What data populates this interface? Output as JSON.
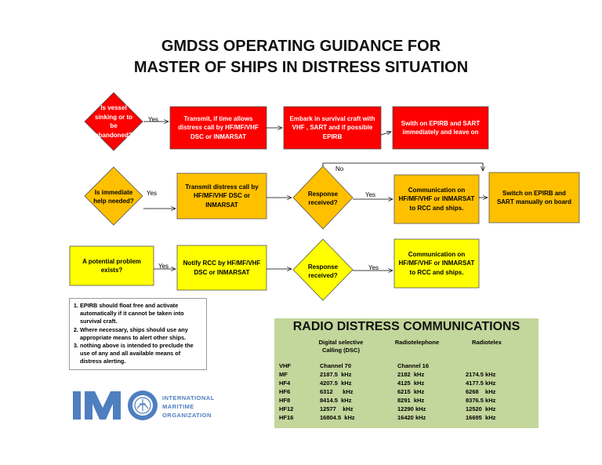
{
  "title": {
    "line1": "GMDSS OPERATING GUIDANCE FOR",
    "line2": "MASTER OF SHIPS IN DISTRESS SITUATION"
  },
  "colors": {
    "red": "#ff0000",
    "orange": "#ffc000",
    "yellow": "#ffff00",
    "green_panel": "#c3d69b",
    "imo_blue": "#4f7fbf"
  },
  "flow": {
    "row1": {
      "decision": "Is vessel sinking or to be abandoned?",
      "yes": "Yes",
      "box1": "Transmit, if time allows distress call by HF/MF/VHF DSC or INMARSAT",
      "box2": "Embark in survival craft with VHF , SART and if possible EPIRB",
      "box3": "Swith on EPIRB and SART immediately and leave on"
    },
    "row2": {
      "decision": "Is immediate help needed?",
      "yes": "Yes",
      "box1": "Transmit distress call by HF/MF/VHF DSC or INMARSAT",
      "response": "Response received?",
      "response_yes": "Yes",
      "no": "No",
      "box2": "Communication on HF/MF/VHF or INMARSAT to RCC and ships.",
      "box3": "Switch on EPIRB and SART manually on board"
    },
    "row3": {
      "box0": "A potential problem exists?",
      "yes": "Yes",
      "box1": "Notify RCC by HF/MF/VHF DSC or INMARSAT",
      "response": "Response received?",
      "response_yes": "Yes",
      "box2": "Communication on HF/MF/VHF or INMARSAT to RCC and ships."
    }
  },
  "notes": [
    "EPIRB should float free and activate automatically if it cannot be taken into survival craft.",
    "Where necessary, ships should use any appropriate means to alert other ships.",
    "nothing above is intended to preclude the use of any and all available means of distress alerting."
  ],
  "radio": {
    "title": "RADIO DISTRESS COMMUNICATIONS",
    "headers": [
      "Digital selective Calling (DSC)",
      "Radiotelephone",
      "Radiotelex"
    ],
    "rows": [
      {
        "band": "VHF",
        "dsc": "Channel 70",
        "rt": "Channel 16",
        "tlx": ""
      },
      {
        "band": "MF",
        "dsc": "2187.5  kHz",
        "rt": "2182  kHz",
        "tlx": "2174.5 kHz"
      },
      {
        "band": "HF4",
        "dsc": "4207.5  kHz",
        "rt": "4125  kHz",
        "tlx": "4177.5 kHz"
      },
      {
        "band": "HF6",
        "dsc": "6312      kHz",
        "rt": "6215  kHz",
        "tlx": "6268    kHz"
      },
      {
        "band": "HF8",
        "dsc": "8414.5  kHz",
        "rt": "8291  kHz",
        "tlx": "8376.5 kHz"
      },
      {
        "band": "HF12",
        "dsc": "12577    kHz",
        "rt": "12290 kHz",
        "tlx": "12520  kHz"
      },
      {
        "band": "HF16",
        "dsc": "16804.5  kHz",
        "rt": "16420 kHz",
        "tlx": "16695  kHz"
      }
    ]
  },
  "logo": {
    "letters": "IMO",
    "line1": "INTERNATIONAL",
    "line2": "MARITIME",
    "line3": "ORGANIZATION"
  }
}
